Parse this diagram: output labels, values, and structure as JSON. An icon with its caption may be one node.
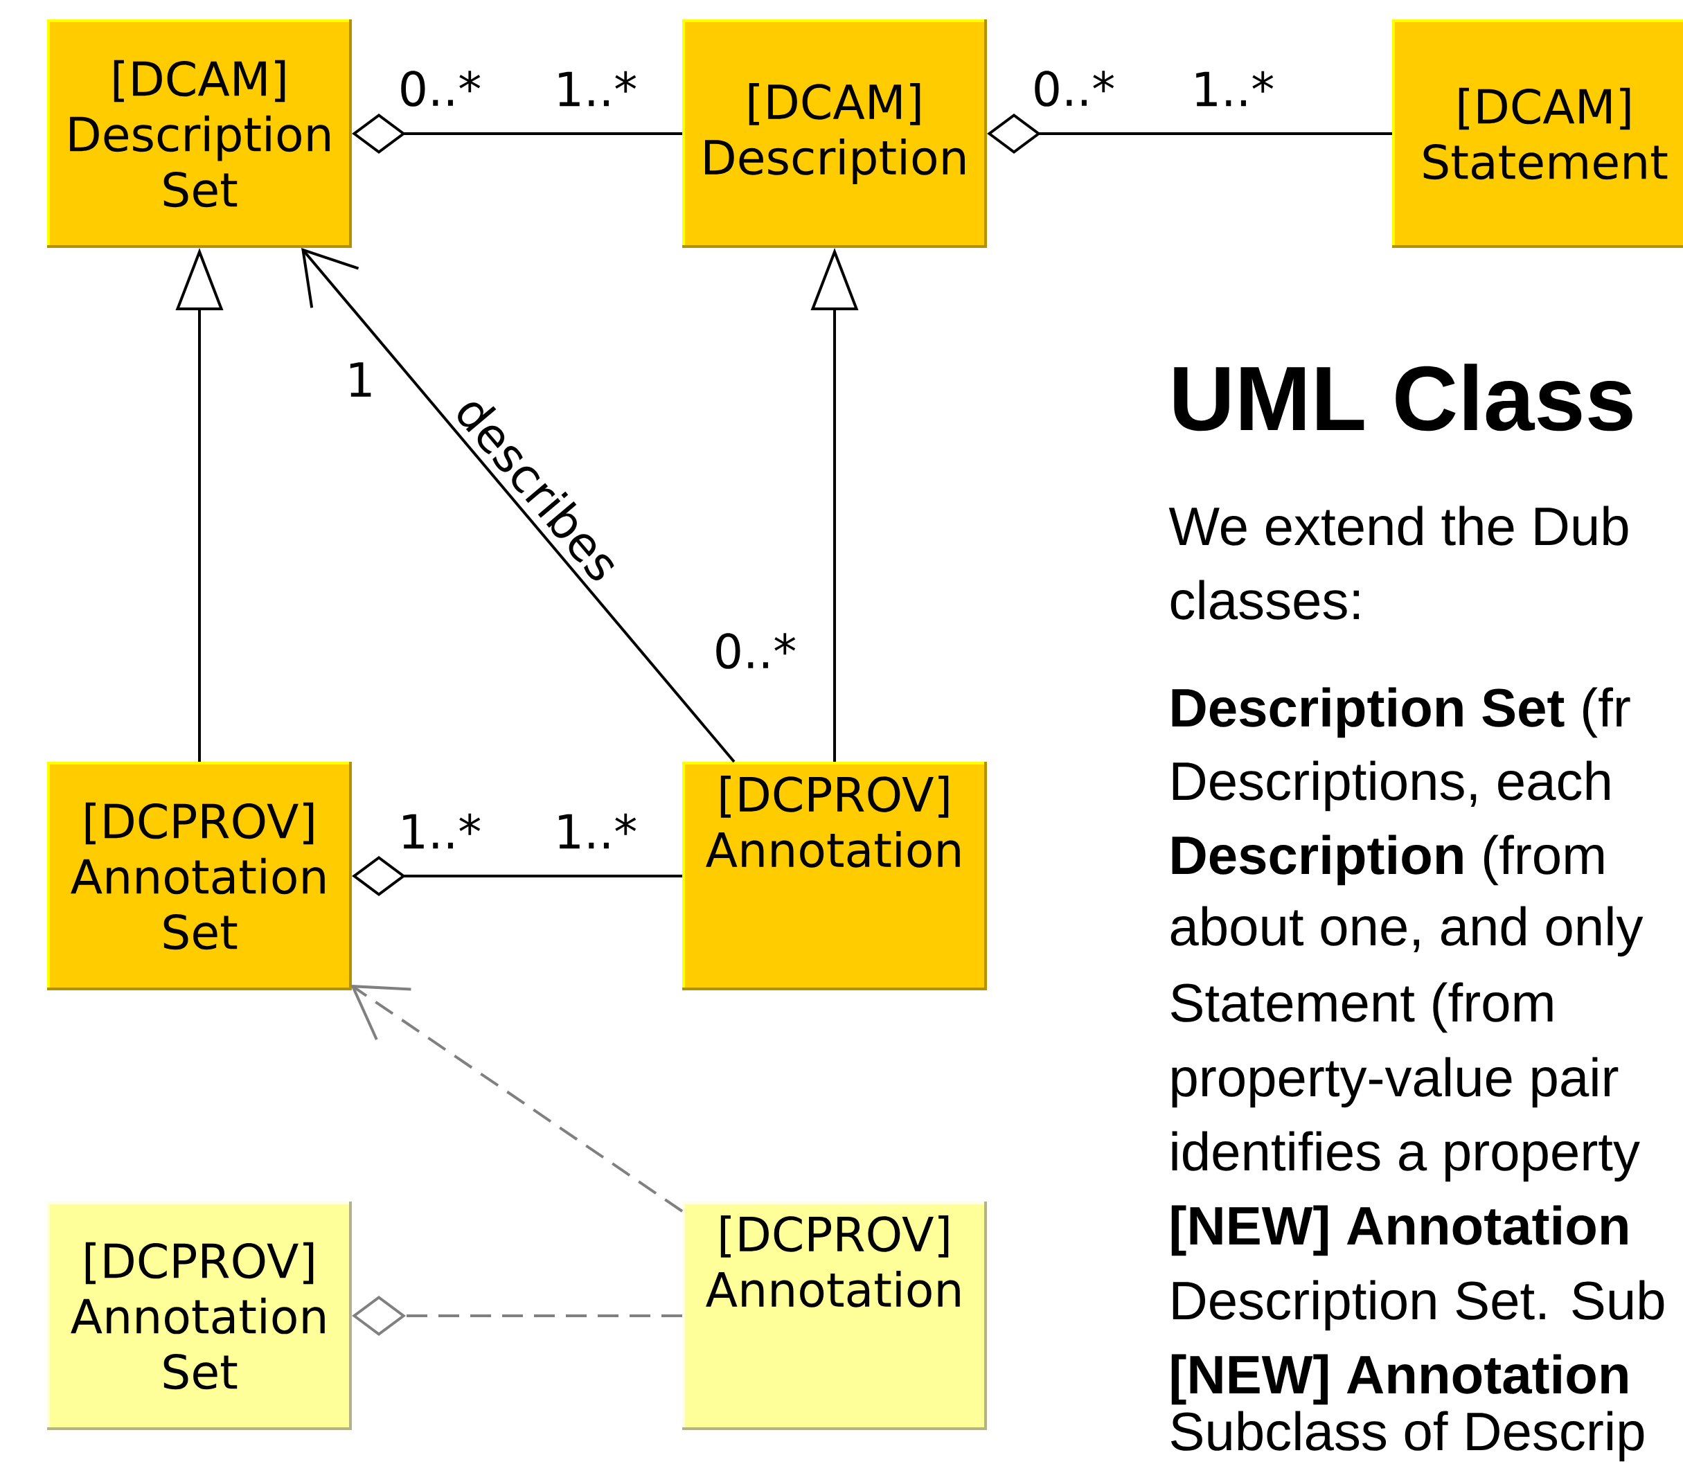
{
  "diagram": {
    "title": "UML Class",
    "nodes": [
      {
        "text": [
          "[DCAM] Description Set"
        ]
      },
      {
        "text": [
          "[DCAM] Description"
        ]
      },
      {
        "text": [
          "[DCAM] Statement"
        ]
      },
      {
        "text": [
          "[DCPROV] Annotation Set"
        ]
      },
      {
        "text": [
          "[DCPROV] Annotation"
        ]
      },
      {
        "text": [
          "[DCPROV] Annotation Set"
        ]
      },
      {
        "text": [
          "[DCPROV] Annotation"
        ]
      }
    ],
    "edges": [
      {
        "from": 1,
        "to": 0,
        "arrow": "other"
      },
      {
        "from": 2,
        "to": 1,
        "arrow": "other"
      },
      {
        "from": 3,
        "to": 0,
        "arrow": "to"
      },
      {
        "from": 4,
        "to": 1,
        "arrow": "to"
      },
      {
        "from": 4,
        "to": 0,
        "arrow": "to",
        "label": "describes"
      },
      {
        "from": 4,
        "to": 3,
        "arrow": "other"
      },
      {
        "from": 6,
        "to": 3,
        "arrow": "to",
        "style": "dashed",
        "color": "#808080"
      },
      {
        "from": 6,
        "to": 5,
        "arrow": "other",
        "style": "dashed",
        "color": "#808080"
      }
    ],
    "labels": [
      "0..*",
      "1..*",
      "0..*",
      "1..*",
      "1",
      "0..*",
      "1..*",
      "1..*",
      "We extend the Dub",
      "classes:",
      "**Description Set** (fr",
      "Descriptions, each",
      "**Description** (from",
      "about one, and only",
      "Statement (from",
      "property-value pair",
      "identifies a property",
      "[NEW] Annotation",
      "Description Set. Sub",
      "[NEW] Annotation",
      "Subclass of Descrip"
    ]
  }
}
